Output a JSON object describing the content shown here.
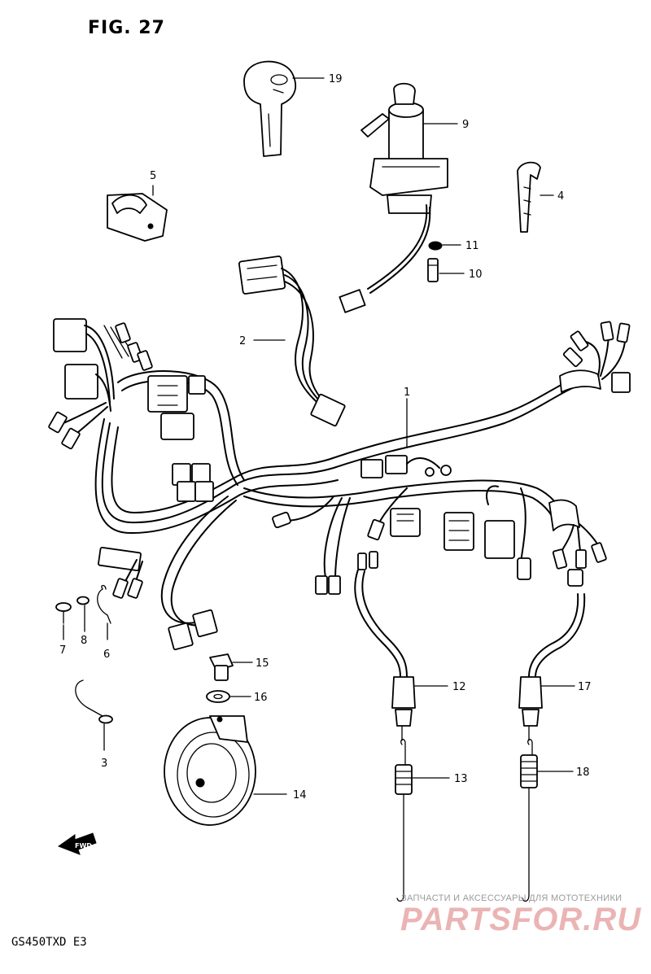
{
  "figure": {
    "title": "FIG. 27",
    "model": "GS450TXD  E3"
  },
  "watermark": {
    "caption": "ЗАПЧАСТИ И АКСЕССУАРЫ ДЛЯ МОТОТЕХНИКИ",
    "logo": "PARTSFOR.RU"
  },
  "callouts": [
    {
      "id": "c1",
      "label": "1"
    },
    {
      "id": "c2",
      "label": "2"
    },
    {
      "id": "c3",
      "label": "3"
    },
    {
      "id": "c4",
      "label": "4"
    },
    {
      "id": "c5",
      "label": "5"
    },
    {
      "id": "c6",
      "label": "6"
    },
    {
      "id": "c7",
      "label": "7"
    },
    {
      "id": "c8",
      "label": "8"
    },
    {
      "id": "c9",
      "label": "9"
    },
    {
      "id": "c10",
      "label": "10"
    },
    {
      "id": "c11",
      "label": "11"
    },
    {
      "id": "c12",
      "label": "12"
    },
    {
      "id": "c13",
      "label": "13"
    },
    {
      "id": "c14",
      "label": "14"
    },
    {
      "id": "c15",
      "label": "15"
    },
    {
      "id": "c16",
      "label": "16"
    },
    {
      "id": "c17",
      "label": "17"
    },
    {
      "id": "c18",
      "label": "18"
    },
    {
      "id": "c19",
      "label": "19"
    }
  ],
  "fwd_arrow": "FWD"
}
